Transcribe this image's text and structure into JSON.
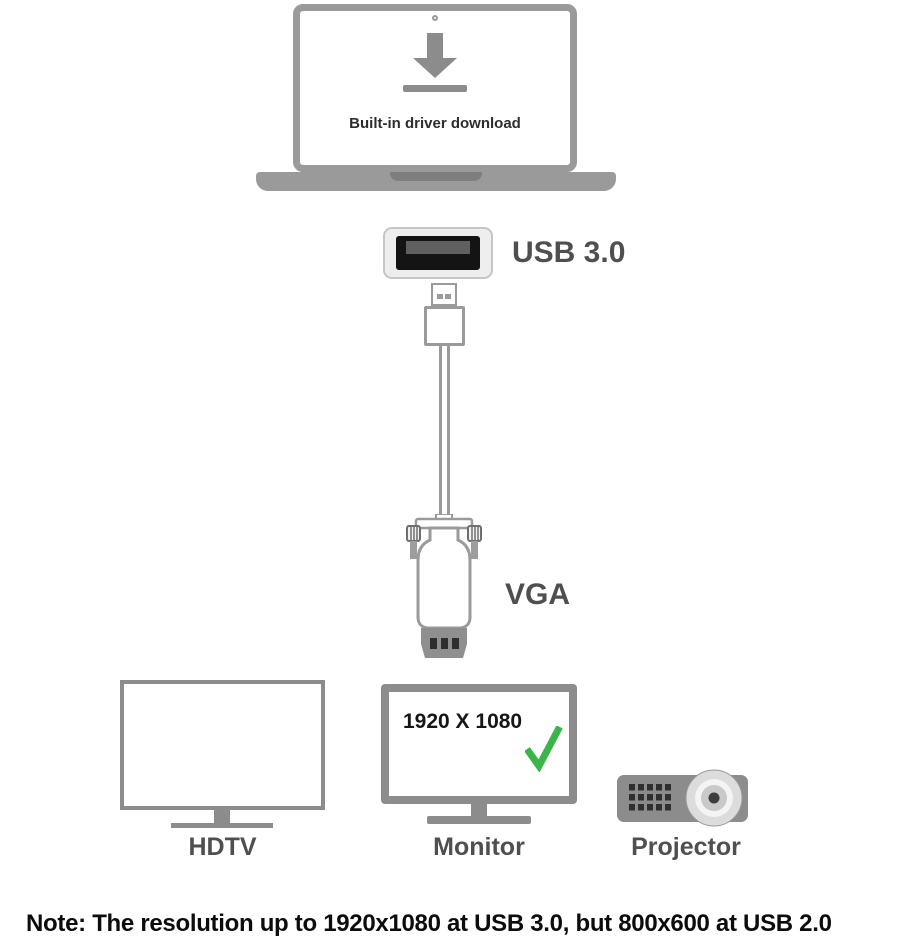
{
  "colors": {
    "outline_gray": "#9a9a9a",
    "device_gray": "#8c8c8c",
    "label_text": "#4f4f4f",
    "note_text": "#0c0c0c",
    "check_green": "#3bb54a"
  },
  "laptop": {
    "screen_label": "Built-in driver download"
  },
  "usb": {
    "label": "USB 3.0"
  },
  "vga": {
    "label": "VGA"
  },
  "monitor": {
    "resolution": "1920 X 1080"
  },
  "devices": {
    "hdtv_label": "HDTV",
    "monitor_label": "Monitor",
    "projector_label": "Projector"
  },
  "note": "Note: The resolution up to 1920x1080 at USB 3.0, but 800x600 at USB 2.0"
}
